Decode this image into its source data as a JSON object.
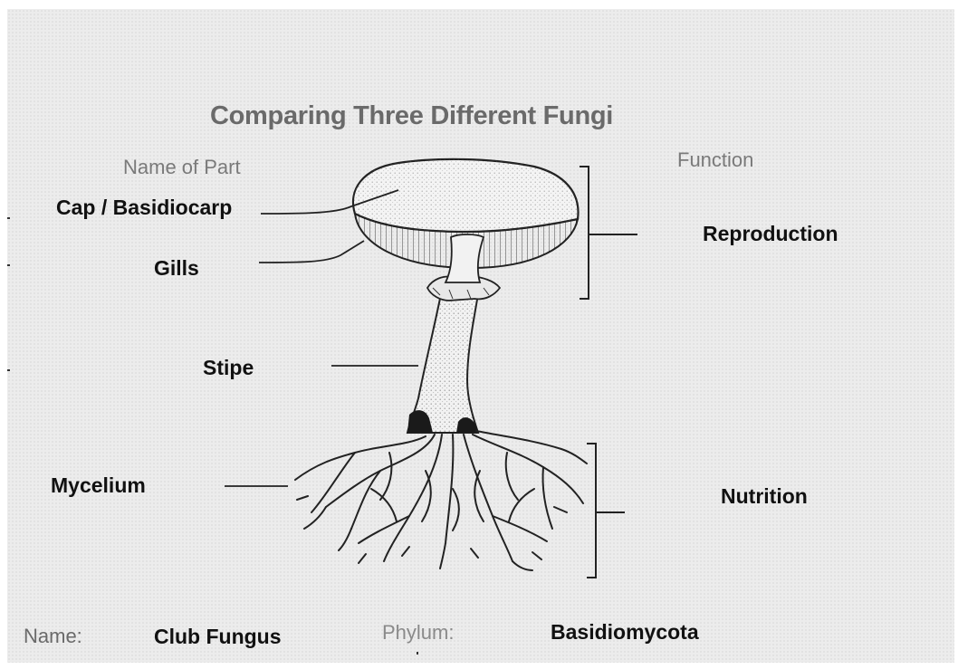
{
  "title": "Comparing Three Different Fungi",
  "headers": {
    "name_of_part": "Name of Part",
    "function": "Function"
  },
  "parts": {
    "cap": "Cap / Basidiocarp",
    "gills": "Gills",
    "stipe": "Stipe",
    "mycelium": "Mycelium"
  },
  "functions": {
    "reproduction": "Reproduction",
    "nutrition": "Nutrition"
  },
  "footer": {
    "name_label": "Name:",
    "name_value": "Club Fungus",
    "phylum_label": "Phylum:",
    "phylum_value": "Basidiomycota"
  }
}
